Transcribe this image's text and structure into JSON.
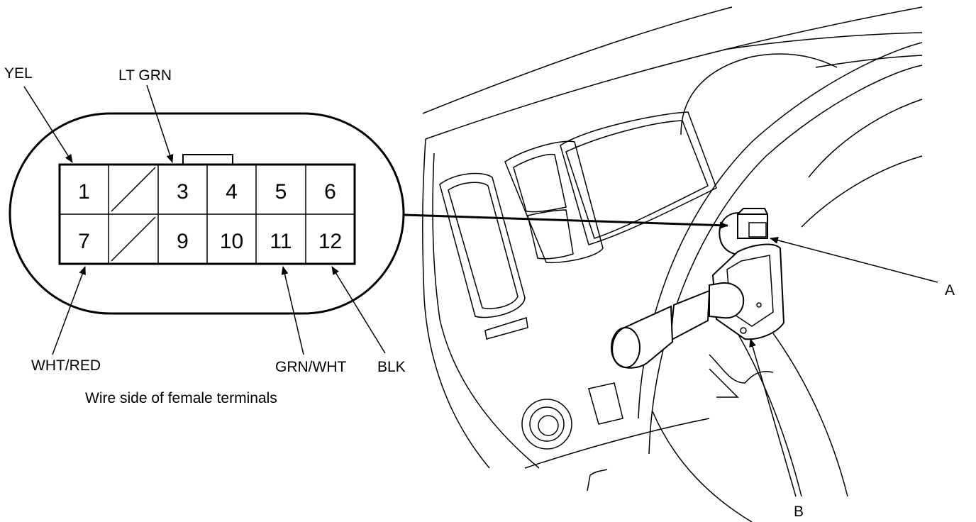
{
  "connector": {
    "row1": [
      "1",
      "",
      "3",
      "4",
      "5",
      "6"
    ],
    "row2": [
      "7",
      "",
      "9",
      "10",
      "11",
      "12"
    ],
    "caption": "Wire side of female terminals"
  },
  "wires": {
    "yel": "YEL",
    "lt_grn": "LT GRN",
    "wht_red": "WHT/RED",
    "grn_wht": "GRN/WHT",
    "blk": "BLK"
  },
  "callouts": {
    "a": "A",
    "b": "B"
  }
}
